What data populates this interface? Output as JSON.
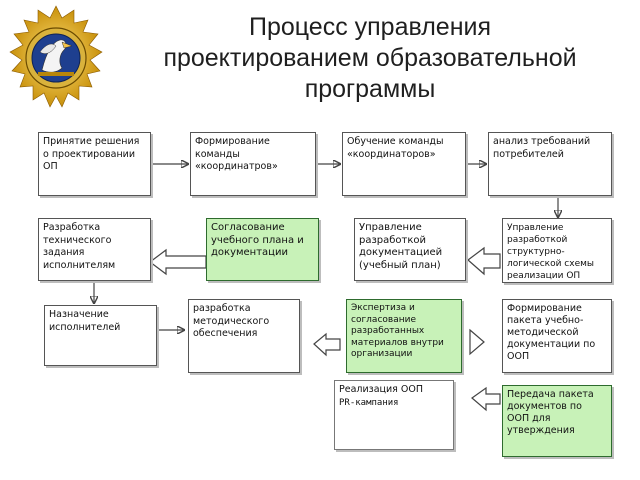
{
  "title": {
    "line1": "Процесс управления",
    "line2": "проектированием образовательной",
    "line3": "программы"
  },
  "colors": {
    "green_box": "#c8f2b8",
    "red_arrow": "#e8141e",
    "text": "#1f1f1f"
  },
  "boxes": {
    "b1": "Принятие решения о проектировании ОП",
    "b2": "Формирование команды «координатров»",
    "b3": "Обучение команды «координаторов»",
    "b4": " анализ требований потребителей",
    "b5": " Разработка технического задания исполнителям",
    "b6": "Согласование учебного плана и документации",
    "b7": "Управление разработкой документацией (учебный план)",
    "b8": "Управление разработкой структурно-логической схемы реализации ОП",
    "b9": "Назначение исполнителей",
    "b10": " разработка методического обеспечения",
    "b11": " Экспертиза и согласование разработанных материалов внутри организации",
    "b12": " Формирование пакета учебно-методической документации по ООП",
    "b13a": " Реализация ООП",
    "b13b": "PR-кампания",
    "b14": " Передача пакета документов по ООП для утверждения"
  }
}
